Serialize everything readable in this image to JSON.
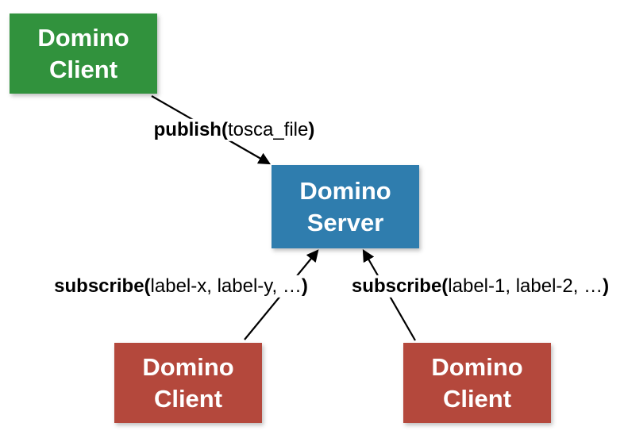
{
  "colors": {
    "background": "#FFFFFF",
    "publisher_client": "#31923D",
    "server": "#2F7DAE",
    "subscriber_client": "#B4483C",
    "node_text": "#FFFFFF",
    "arrow": "#000000"
  },
  "nodes": {
    "publisher_client": {
      "line1": "Domino",
      "line2": "Client"
    },
    "server": {
      "line1": "Domino",
      "line2": "Server"
    },
    "subscriber_client_left": {
      "line1": "Domino",
      "line2": "Client"
    },
    "subscriber_client_right": {
      "line1": "Domino",
      "line2": "Client"
    }
  },
  "edges": {
    "publish": {
      "bold_prefix": "publish(",
      "args": "tosca_file",
      "bold_suffix": ")"
    },
    "subscribe_left": {
      "bold_prefix": "subscribe(",
      "args": "label-x, label-y, …",
      "bold_suffix": ")"
    },
    "subscribe_right": {
      "bold_prefix": "subscribe(",
      "args": "label-1, label-2, …",
      "bold_suffix": ")"
    }
  }
}
